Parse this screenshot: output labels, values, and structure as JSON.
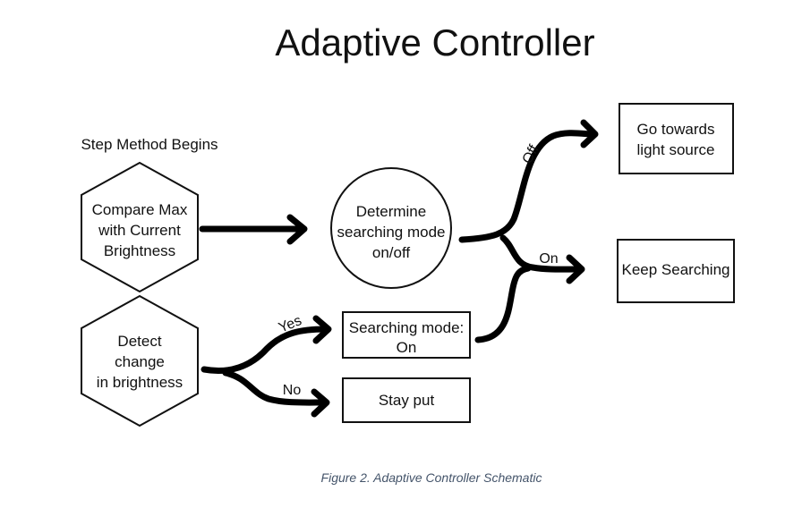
{
  "title": "Adaptive Controller",
  "caption": "Figure 2. Adaptive Controller Schematic",
  "start_label": "Step Method Begins",
  "nodes": {
    "compare": [
      "Compare Max",
      "with Current",
      "Brightness"
    ],
    "detect": [
      "Detect",
      "change",
      "in brightness"
    ],
    "determine": [
      "Determine",
      "searching mode",
      "on/off"
    ],
    "searching_on": [
      "Searching mode:",
      "On"
    ],
    "stay_put": [
      "Stay put"
    ],
    "go_towards": [
      "Go towards",
      "light source"
    ],
    "keep_searching": [
      "Keep Searching"
    ]
  },
  "edges": {
    "off": "Off",
    "on": "On",
    "yes": "Yes",
    "no": "No"
  },
  "colors": {
    "caption": "#44546a",
    "stroke": "#000000"
  }
}
